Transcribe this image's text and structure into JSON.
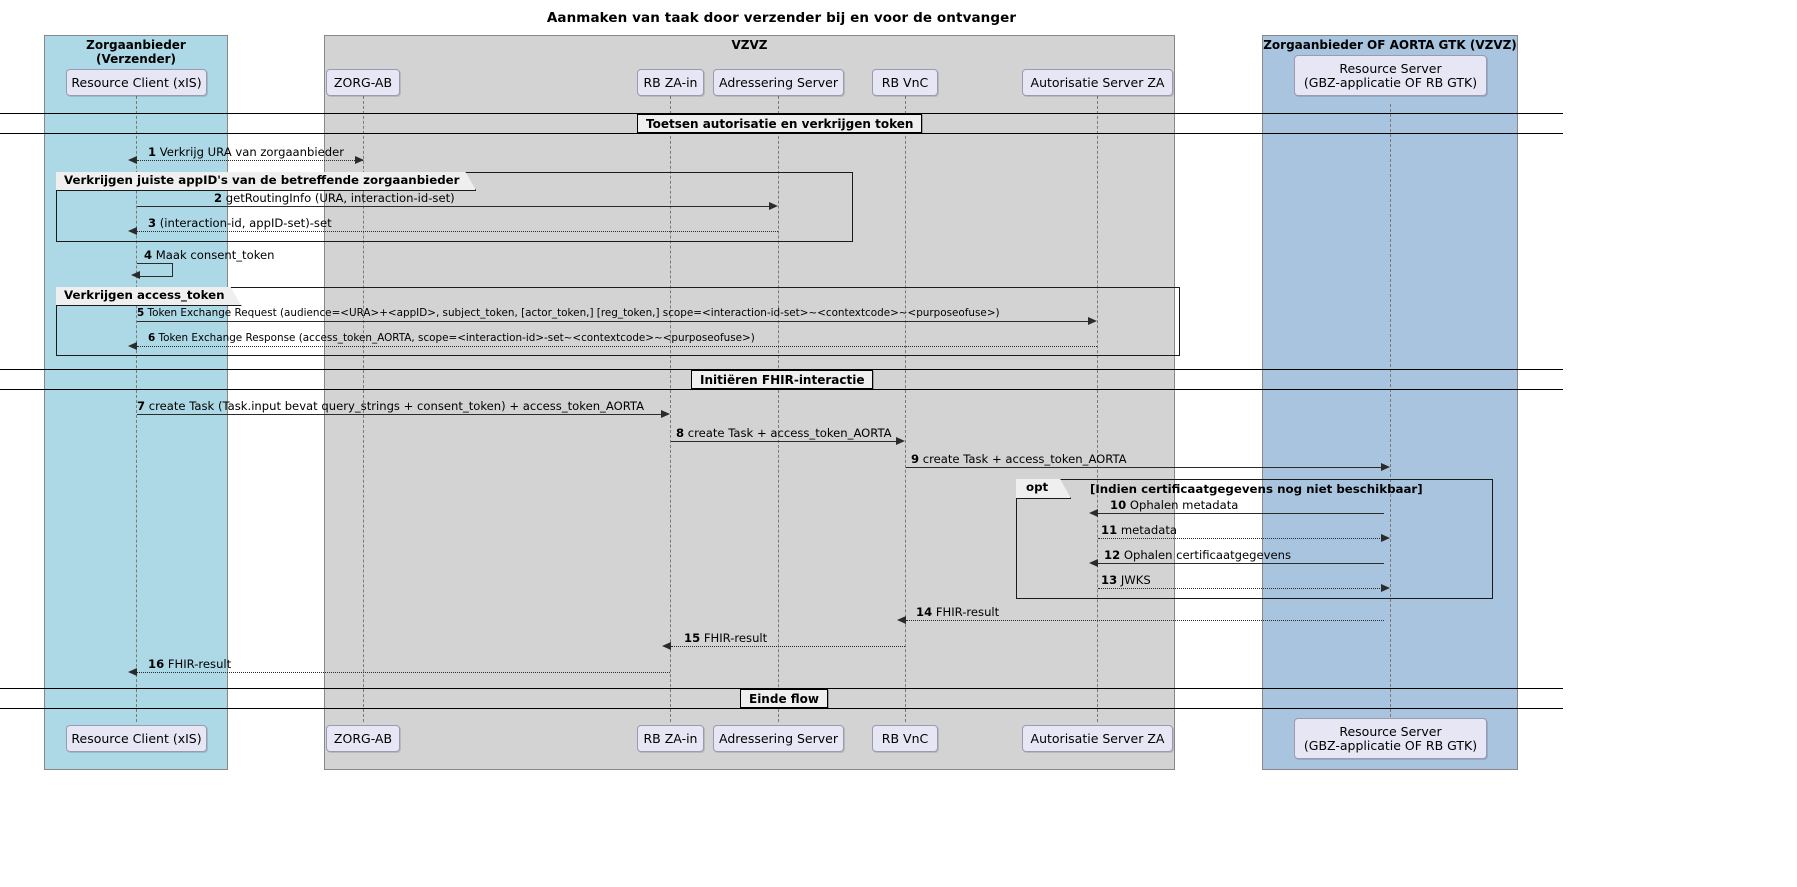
{
  "title": "Aanmaken van taak door verzender bij en voor de ontvanger",
  "groups": [
    {
      "name": "Zorgaanbieder (Verzender)",
      "color": "#ADD8E6"
    },
    {
      "name": "VZVZ",
      "color": "#D3D3D3"
    },
    {
      "name": "Zorgaanbieder OF AORTA GTK (VZVZ)",
      "color": "#A8C4DE"
    }
  ],
  "participants": [
    {
      "id": "rc",
      "label": "Resource Client (xIS)"
    },
    {
      "id": "zorgab",
      "label": "ZORG-AB"
    },
    {
      "id": "rbzain",
      "label": "RB ZA-in"
    },
    {
      "id": "adres",
      "label": "Adressering Server"
    },
    {
      "id": "rbvnc",
      "label": "RB VnC"
    },
    {
      "id": "asza",
      "label": "Autorisatie Server ZA"
    },
    {
      "id": "rs",
      "label": "Resource Server\n(GBZ-applicatie OF RB GTK)"
    }
  ],
  "participants_bottom": [
    {
      "id": "rc",
      "label": "Resource Client (xIS)"
    },
    {
      "id": "zorgab",
      "label": "ZORG-AB"
    },
    {
      "id": "rbzain",
      "label": "RB ZA-in"
    },
    {
      "id": "adres",
      "label": "Adressering Server"
    },
    {
      "id": "rbvnc",
      "label": "RB VnC"
    },
    {
      "id": "asza",
      "label": "Autorisatie Server ZA"
    },
    {
      "id": "rs",
      "label": "Resource Server\n(GBZ-applicatie OF RB GTK)"
    }
  ],
  "dividers": [
    {
      "id": "div1",
      "label": "Toetsen autorisatie en verkrijgen token"
    },
    {
      "id": "div2",
      "label": "Initiëren FHIR-interactie"
    },
    {
      "id": "div3",
      "label": "Einde flow"
    }
  ],
  "fragments": [
    {
      "id": "frag1",
      "kind": "group",
      "label": "Verkrijgen juiste appID's van de betreffende zorgaanbieder",
      "condition": ""
    },
    {
      "id": "frag2",
      "kind": "group",
      "label": "Verkrijgen access_token",
      "condition": ""
    },
    {
      "id": "frag3",
      "kind": "opt",
      "label": "opt",
      "condition": "[Indien certificaatgegevens nog niet beschikbaar]"
    }
  ],
  "messages": [
    {
      "num": "1",
      "text": "Verkrijg URA van zorgaanbieder",
      "from": "rc",
      "to": "zorgab",
      "style": "dotted",
      "biDirectional": true
    },
    {
      "num": "2",
      "text": "getRoutingInfo (URA, interaction-id-set)",
      "from": "rc",
      "to": "adres",
      "style": "solid",
      "biDirectional": false
    },
    {
      "num": "3",
      "text": "(interaction-id, appID-set)-set",
      "from": "adres",
      "to": "rc",
      "style": "dotted",
      "biDirectional": false
    },
    {
      "num": "4",
      "text": "Maak consent_token",
      "from": "rc",
      "to": "rc",
      "style": "self",
      "biDirectional": false
    },
    {
      "num": "5",
      "text": "Token Exchange Request (audience=<URA>+<appID>, subject_token, [actor_token,] [reg_token,] scope=<interaction-id-set>~<contextcode>~<purposeofuse>)",
      "from": "rc",
      "to": "asza",
      "style": "solid",
      "biDirectional": false
    },
    {
      "num": "6",
      "text": "Token Exchange Response (access_token_AORTA, scope=<interaction-id>-set~<contextcode>~<purposeofuse>)",
      "from": "asza",
      "to": "rc",
      "style": "dotted",
      "biDirectional": false
    },
    {
      "num": "7",
      "text": "create Task (Task.input bevat query_strings + consent_token) + access_token_AORTA",
      "from": "rc",
      "to": "rbzain",
      "style": "solid",
      "biDirectional": false
    },
    {
      "num": "8",
      "text": "create Task + access_token_AORTA",
      "from": "rbzain",
      "to": "rbvnc",
      "style": "solid",
      "biDirectional": false
    },
    {
      "num": "9",
      "text": "create Task + access_token_AORTA",
      "from": "rbvnc",
      "to": "rs",
      "style": "solid",
      "biDirectional": false
    },
    {
      "num": "10",
      "text": "Ophalen metadata",
      "from": "rs",
      "to": "asza",
      "style": "solid",
      "biDirectional": false
    },
    {
      "num": "11",
      "text": "metadata",
      "from": "asza",
      "to": "rs",
      "style": "dotted",
      "biDirectional": false
    },
    {
      "num": "12",
      "text": "Ophalen certificaatgegevens",
      "from": "rs",
      "to": "asza",
      "style": "solid",
      "biDirectional": false
    },
    {
      "num": "13",
      "text": "JWKS",
      "from": "asza",
      "to": "rs",
      "style": "dotted",
      "biDirectional": false
    },
    {
      "num": "14",
      "text": "FHIR-result",
      "from": "rs",
      "to": "rbvnc",
      "style": "dotted",
      "biDirectional": false
    },
    {
      "num": "15",
      "text": "FHIR-result",
      "from": "rbvnc",
      "to": "rbzain",
      "style": "dotted",
      "biDirectional": false
    },
    {
      "num": "16",
      "text": "FHIR-result",
      "from": "rbzain",
      "to": "rc",
      "style": "dotted",
      "biDirectional": false
    }
  ]
}
